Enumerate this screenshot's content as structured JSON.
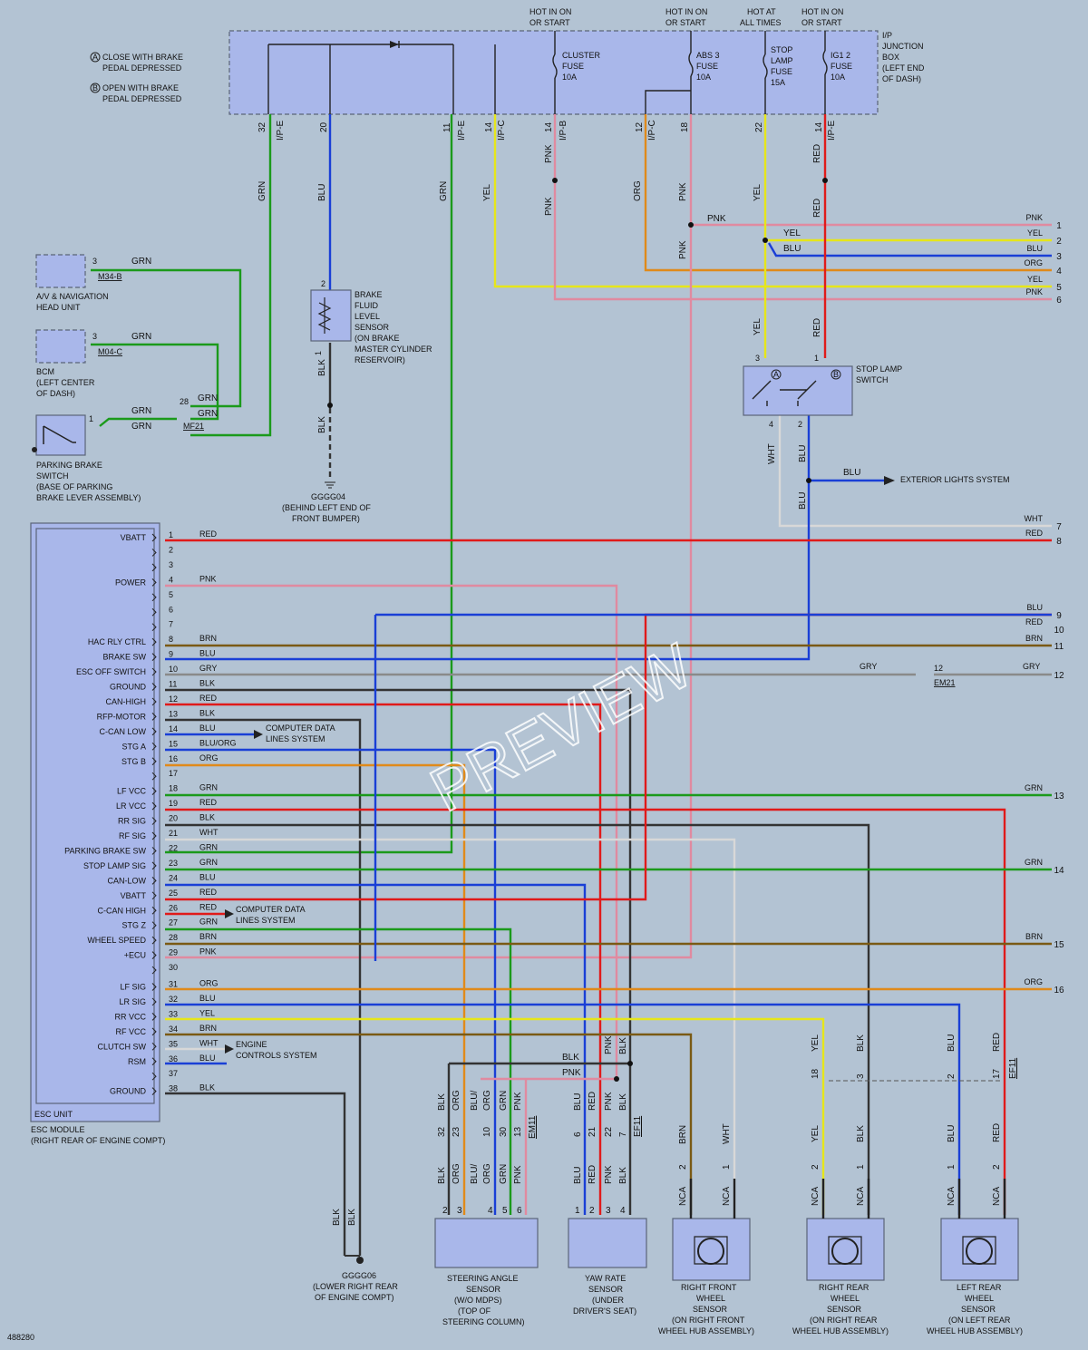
{
  "diagram_id": "488280",
  "watermark": "PREVIEW",
  "notes": {
    "a": "CLOSE WITH BRAKE PEDAL DEPRESSED",
    "b": "OPEN WITH BRAKE PEDAL DEPRESSED",
    "a_mark": "A",
    "b_mark": "B"
  },
  "feeds": {
    "cluster": "HOT IN ON OR START",
    "abs3": "HOT IN ON OR START",
    "stop": "HOT AT ALL TIMES",
    "ig12": "HOT IN ON OR START"
  },
  "fuses": {
    "cluster": "CLUSTER FUSE 10A",
    "abs3": "ABS 3 FUSE 10A",
    "stop": "STOP LAMP FUSE 15A",
    "ig12": "IG1 2 FUSE 10A"
  },
  "junction_box": "I/P JUNCTION BOX (LEFT END OF DASH)",
  "jb_pins": [
    "32",
    "20",
    "11",
    "14",
    "14",
    "12",
    "18",
    "22",
    "14"
  ],
  "jb_conns": [
    "I/P-E",
    "I/P-E",
    "I/P-C",
    "I/P-B",
    "I/P-C",
    "I/P-E"
  ],
  "colors": {
    "GRN": "#1b9a1b",
    "BLU": "#1a3fd6",
    "YEL": "#e6e61a",
    "PNK": "#e08aa0",
    "ORG": "#e08a1a",
    "RED": "#e01a1a",
    "BRN": "#7a5a14",
    "BLK": "#333333",
    "WHT": "#e8e8e8",
    "GRY": "#8a8a8a"
  },
  "wire_labels": {
    "grn": "GRN",
    "blu": "BLU",
    "yel": "YEL",
    "pnk": "PNK",
    "org": "ORG",
    "red": "RED",
    "brn": "BRN",
    "blk": "BLK",
    "wht": "WHT",
    "gry": "GRY",
    "blu_org": "BLU/ORG",
    "nca": "NCA"
  },
  "right_wires": [
    {
      "n": "1",
      "c": "PNK"
    },
    {
      "n": "2",
      "c": "YEL"
    },
    {
      "n": "3",
      "c": "BLU"
    },
    {
      "n": "4",
      "c": "ORG"
    },
    {
      "n": "5",
      "c": "YEL"
    },
    {
      "n": "6",
      "c": "PNK"
    },
    {
      "n": "7",
      "c": "WHT"
    },
    {
      "n": "8",
      "c": "RED"
    },
    {
      "n": "9",
      "c": "BLU"
    },
    {
      "n": "10",
      "c": "RED"
    },
    {
      "n": "11",
      "c": "BRN"
    },
    {
      "n": "12",
      "c": "GRY"
    },
    {
      "n": "13",
      "c": "GRN"
    },
    {
      "n": "14",
      "c": "GRN"
    },
    {
      "n": "15",
      "c": "BRN"
    },
    {
      "n": "16",
      "c": "ORG"
    }
  ],
  "components": {
    "av_nav": "A/V & NAVIGATION HEAD UNIT",
    "av_conn": "M34-B",
    "bcm": "BCM (LEFT CENTER OF DASH)",
    "bcm_conn": "M04-C",
    "parking_brake": "PARKING BRAKE SWITCH (BASE OF PARKING BRAKE LEVER ASSEMBLY)",
    "mf21": "MF21",
    "brake_fluid": "BRAKE FLUID LEVEL SENSOR (ON BRAKE MASTER CYLINDER RESERVOIR)",
    "ground1": "GGGG04",
    "ground1_loc": "(BEHIND LEFT END OF FRONT BUMPER)",
    "ground2": "GGGG06",
    "ground2_loc": "(LOWER RIGHT REAR OF ENGINE COMPT)",
    "stop_lamp": "STOP LAMP SWITCH",
    "exterior": "EXTERIOR LIGHTS SYSTEM",
    "em21": "EM21",
    "em11": "EM11",
    "ef11": "EF11",
    "esc_unit": "ESC UNIT",
    "esc_module": "ESC MODULE",
    "esc_loc": "(RIGHT REAR OF ENGINE COMPT)",
    "computer_data": "COMPUTER DATA LINES SYSTEM",
    "engine_controls": "ENGINE CONTROLS SYSTEM",
    "steering": "STEERING ANGLE SENSOR (W/O MDPS) (TOP OF STEERING COLUMN)",
    "yaw": "YAW RATE SENSOR (UNDER DRIVER'S SEAT)",
    "rf_wheel": "RIGHT FRONT WHEEL SENSOR (ON RIGHT FRONT WHEEL HUB ASSEMBLY)",
    "rr_wheel": "RIGHT REAR WHEEL SENSOR (ON RIGHT REAR WHEEL HUB ASSEMBLY)",
    "lr_wheel": "LEFT REAR WHEEL SENSOR (ON LEFT REAR WHEEL HUB ASSEMBLY)"
  },
  "esc_labels": [
    {
      "pin": 1,
      "label": "VBATT",
      "wire": "RED"
    },
    {
      "pin": 2,
      "label": "",
      "wire": ""
    },
    {
      "pin": 3,
      "label": "",
      "wire": ""
    },
    {
      "pin": 4,
      "label": "POWER",
      "wire": "PNK"
    },
    {
      "pin": 5,
      "label": "",
      "wire": ""
    },
    {
      "pin": 6,
      "label": "",
      "wire": ""
    },
    {
      "pin": 7,
      "label": "",
      "wire": ""
    },
    {
      "pin": 8,
      "label": "HAC RLY CTRL",
      "wire": "BRN"
    },
    {
      "pin": 9,
      "label": "BRAKE SW",
      "wire": "BLU"
    },
    {
      "pin": 10,
      "label": "ESC OFF SWITCH",
      "wire": "GRY"
    },
    {
      "pin": 11,
      "label": "GROUND",
      "wire": "BLK"
    },
    {
      "pin": 12,
      "label": "CAN-HIGH",
      "wire": "RED"
    },
    {
      "pin": 13,
      "label": "RFP-MOTOR",
      "wire": "BLK"
    },
    {
      "pin": 14,
      "label": "C-CAN LOW",
      "wire": "BLU"
    },
    {
      "pin": 15,
      "label": "STG A",
      "wire": "BLU/ORG"
    },
    {
      "pin": 16,
      "label": "STG B",
      "wire": "ORG"
    },
    {
      "pin": 17,
      "label": "",
      "wire": ""
    },
    {
      "pin": 18,
      "label": "LF VCC",
      "wire": "GRN"
    },
    {
      "pin": 19,
      "label": "LR VCC",
      "wire": "RED"
    },
    {
      "pin": 20,
      "label": "RR SIG",
      "wire": "BLK"
    },
    {
      "pin": 21,
      "label": "RF SIG",
      "wire": "WHT"
    },
    {
      "pin": 22,
      "label": "PARKING BRAKE SW",
      "wire": "GRN"
    },
    {
      "pin": 23,
      "label": "STOP LAMP SIG",
      "wire": "GRN"
    },
    {
      "pin": 24,
      "label": "CAN-LOW",
      "wire": "BLU"
    },
    {
      "pin": 25,
      "label": "VBATT",
      "wire": "RED"
    },
    {
      "pin": 26,
      "label": "C-CAN HIGH",
      "wire": "RED"
    },
    {
      "pin": 27,
      "label": "STG Z",
      "wire": "GRN"
    },
    {
      "pin": 28,
      "label": "WHEEL SPEED",
      "wire": "BRN"
    },
    {
      "pin": 29,
      "label": "+ECU",
      "wire": "PNK"
    },
    {
      "pin": 30,
      "label": "",
      "wire": ""
    },
    {
      "pin": 31,
      "label": "LF SIG",
      "wire": "ORG"
    },
    {
      "pin": 32,
      "label": "LR SIG",
      "wire": "BLU"
    },
    {
      "pin": 33,
      "label": "RR VCC",
      "wire": "YEL"
    },
    {
      "pin": 34,
      "label": "RF VCC",
      "wire": "BRN"
    },
    {
      "pin": 35,
      "label": "CLUTCH SW",
      "wire": "WHT"
    },
    {
      "pin": 36,
      "label": "RSM",
      "wire": "BLU"
    },
    {
      "pin": 37,
      "label": "",
      "wire": ""
    },
    {
      "pin": 38,
      "label": "GROUND",
      "wire": "BLK"
    }
  ]
}
